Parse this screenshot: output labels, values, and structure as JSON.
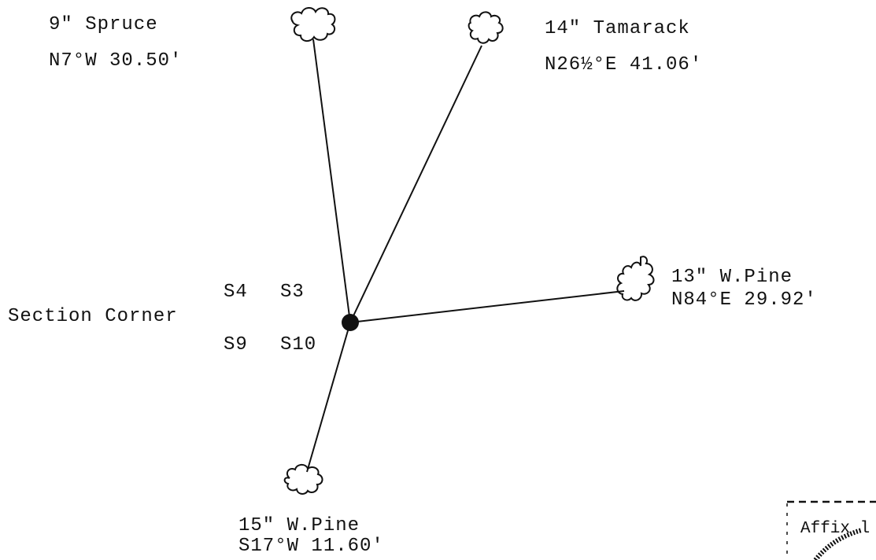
{
  "diagram": {
    "corner_label": "Section Corner",
    "sections": {
      "nw": "S4",
      "ne": "S3",
      "sw": "S9",
      "se": "S10"
    },
    "trees": [
      {
        "id": "spruce",
        "size": "9\" Spruce",
        "bearing": "N7°W  30.50'"
      },
      {
        "id": "tamarack",
        "size": "14\" Tamarack",
        "bearing": "N26½°E  41.06'"
      },
      {
        "id": "pine_e",
        "size": "13\" W.Pine",
        "bearing": "N84°E  29.92'"
      },
      {
        "id": "pine_s",
        "size": "15\" W.Pine",
        "bearing": "S17°W  11.60'"
      }
    ],
    "affix_label": "Affix l"
  },
  "colors": {
    "ink": "#111111",
    "background": "#ffffff"
  }
}
